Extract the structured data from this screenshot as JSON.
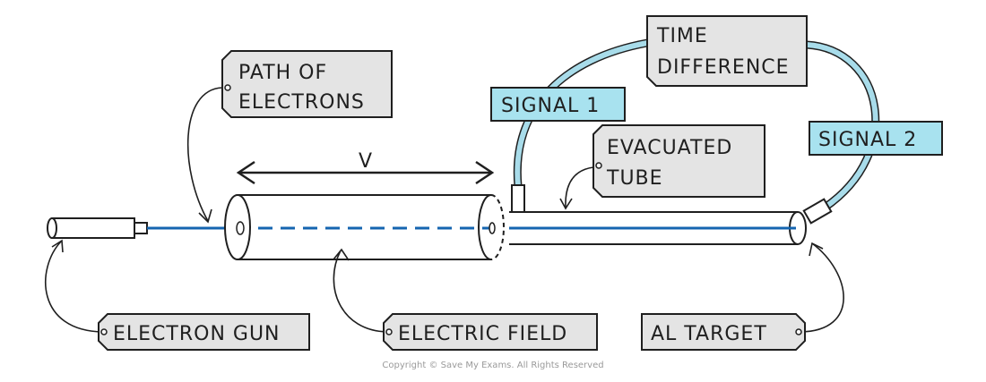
{
  "labels": {
    "path_of_electrons_line1": "PATH OF",
    "path_of_electrons_line2": "ELECTRONS",
    "time_difference_line1": "TIME",
    "time_difference_line2": "DIFFERENCE",
    "signal_1": "SIGNAL 1",
    "signal_2": "SIGNAL 2",
    "evacuated_tube_line1": "EVACUATED",
    "evacuated_tube_line2": "TUBE",
    "v_label": "V",
    "electron_gun": "ELECTRON GUN",
    "electric_field": "ELECTRIC FIELD",
    "al_target": "AL TARGET"
  },
  "copyright": "Copyright © Save My Exams. All Rights Reserved",
  "colors": {
    "stroke": "#1f1f1f",
    "beam": "#1565b0",
    "signal_box": "#a8e2ef",
    "label_box": "#e4e4e4",
    "cable": "#a8dcea"
  }
}
